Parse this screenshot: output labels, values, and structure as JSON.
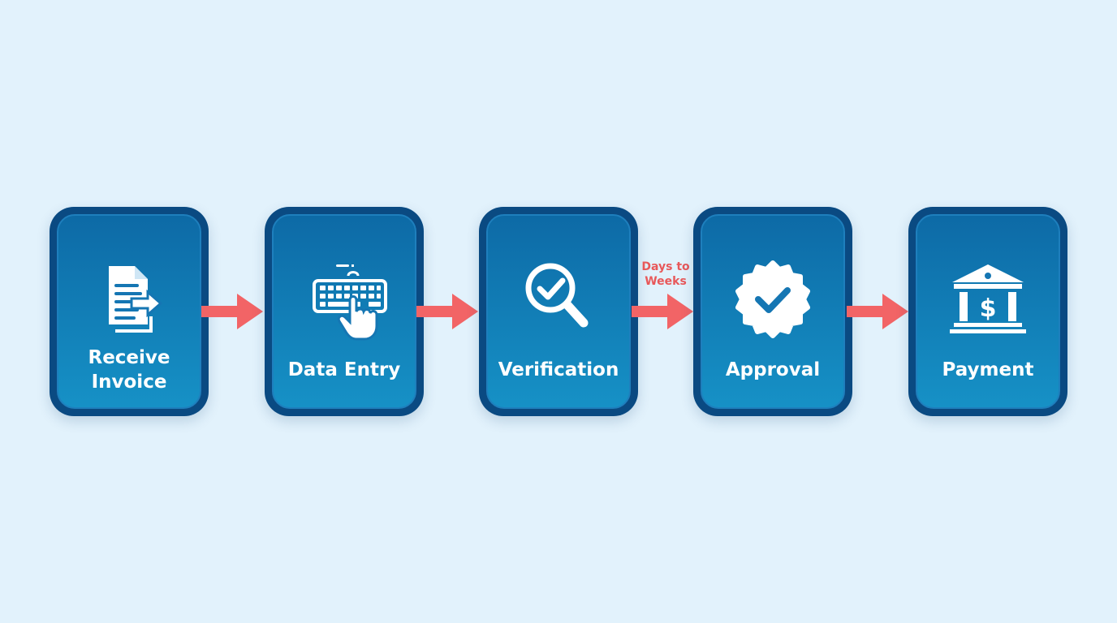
{
  "diagram": {
    "colors": {
      "background": "#e2f2fc",
      "card_border": "#0a4a82",
      "card_fill_top": "#0d6aa6",
      "card_fill_bottom": "#1691c6",
      "arrow": "#f26466",
      "note": "#e8585a",
      "icon": "#ffffff"
    },
    "steps": [
      {
        "label": "Receive\nInvoice",
        "icon": "document-transfer-icon"
      },
      {
        "label": "Data Entry",
        "icon": "keyboard-typing-icon"
      },
      {
        "label": "Verification",
        "icon": "magnifier-check-icon"
      },
      {
        "label": "Approval",
        "icon": "badge-check-icon"
      },
      {
        "label": "Payment",
        "icon": "bank-dollar-icon"
      }
    ],
    "delay_note": "Days to\nWeeks"
  }
}
